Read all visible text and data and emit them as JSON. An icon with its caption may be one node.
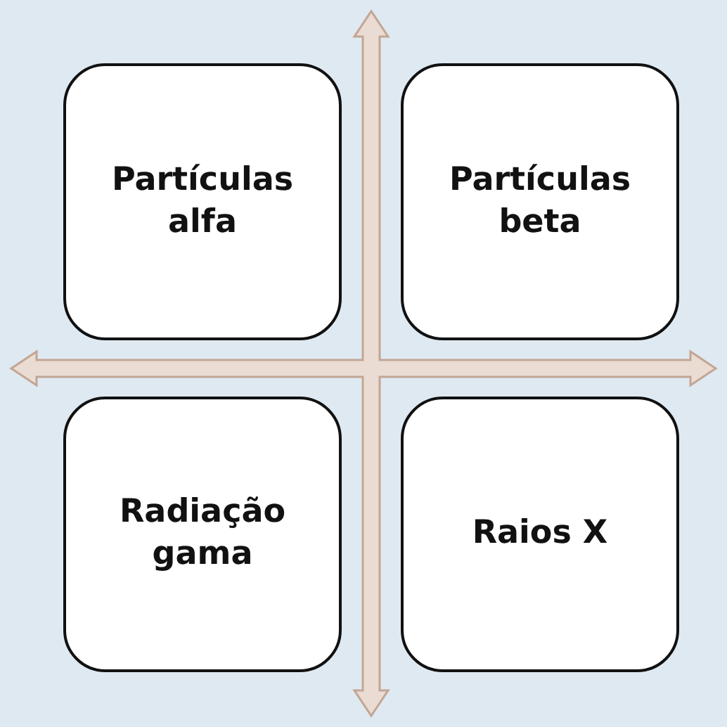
{
  "diagram": {
    "nodes": [
      {
        "text": [
          "Partículas alfa"
        ]
      },
      {
        "text": [
          "Partículas beta"
        ]
      },
      {
        "text": [
          "Radiação gama"
        ]
      },
      {
        "text": [
          "Raios X"
        ]
      }
    ]
  }
}
